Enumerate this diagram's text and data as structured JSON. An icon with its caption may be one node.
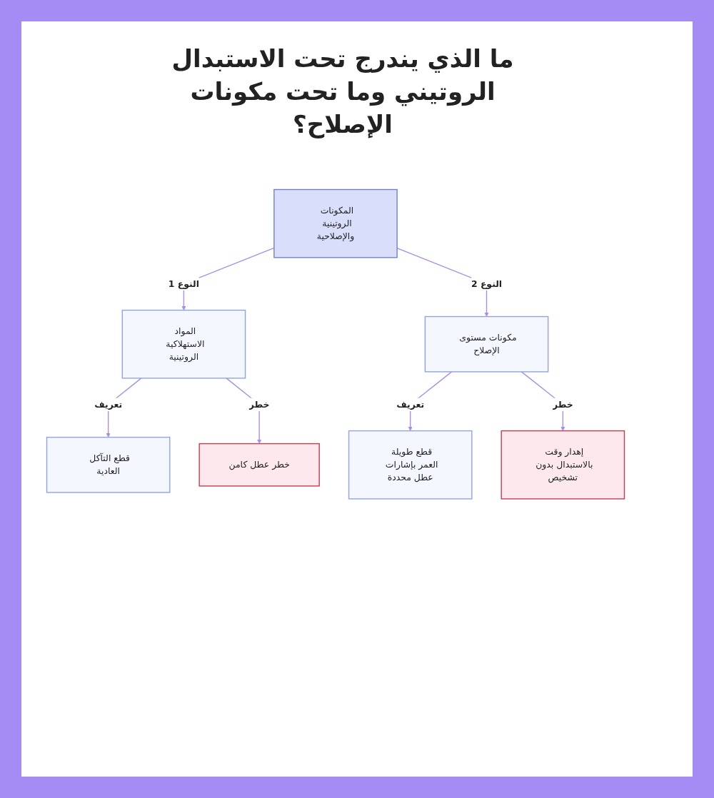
{
  "diagram": {
    "title": "ما الذي يندرج تحت الاستبدال الروتيني وما تحت مكونات الإصلاح؟",
    "nodes": [
      {
        "text": [
          "المكونات الروتينية والإصلاحية"
        ]
      },
      {
        "text": [
          "المواد الاستهلاكية الروتينية"
        ]
      },
      {
        "text": [
          "مكونات مستوى الإصلاح"
        ]
      },
      {
        "text": [
          "قطع التآكل العادية"
        ]
      },
      {
        "text": [
          "خطر عطل كامن"
        ]
      },
      {
        "text": [
          "قطع طويلة العمر بإشارات عطل محددة"
        ]
      },
      {
        "text": [
          "إهدار وقت بالاستبدال بدون تشخيص"
        ]
      }
    ],
    "edges": [
      {
        "from": 0,
        "to": 1,
        "arrow": "to",
        "label": "النوع 1"
      },
      {
        "from": 0,
        "to": 2,
        "arrow": "to",
        "label": "النوع 2"
      },
      {
        "from": 1,
        "to": 3,
        "arrow": "to",
        "label": "تعريف"
      },
      {
        "from": 1,
        "to": 4,
        "arrow": "to",
        "label": "خطر"
      },
      {
        "from": 2,
        "to": 5,
        "arrow": "to",
        "label": "تعريف"
      },
      {
        "from": 2,
        "to": 6,
        "arrow": "to",
        "label": "خطر"
      }
    ]
  }
}
